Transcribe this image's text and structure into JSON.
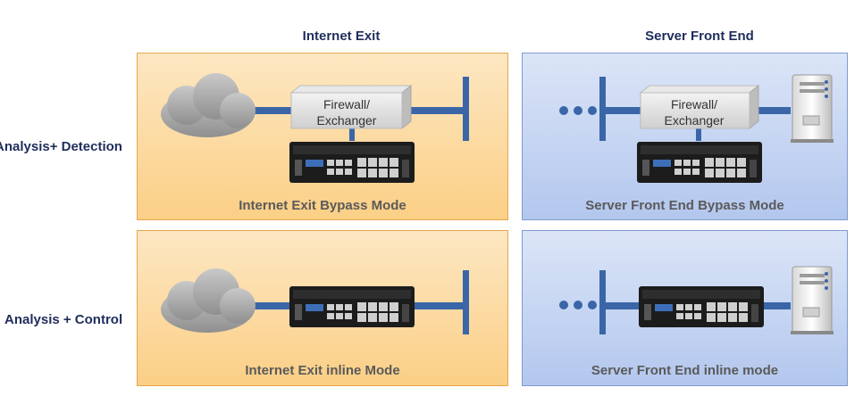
{
  "columns": {
    "internet_exit": "Internet Exit",
    "server_front_end": "Server Front End"
  },
  "rows": {
    "detection": "Analysis+ Detection",
    "control": "Analysis + Control"
  },
  "panels": {
    "ie_bypass": {
      "title": "Internet Exit Bypass Mode",
      "fw_line1": "Firewall/",
      "fw_line2": "Exchanger"
    },
    "sfe_bypass": {
      "title": "Server Front End Bypass Mode",
      "fw_line1": "Firewall/",
      "fw_line2": "Exchanger"
    },
    "ie_inline": {
      "title": "Internet Exit inline Mode"
    },
    "sfe_inline": {
      "title": "Server Front End inline mode"
    }
  },
  "colors": {
    "orange_panel": "#fbcf86",
    "blue_panel": "#b3c7ee",
    "link_blue": "#3a66a8",
    "heading_navy": "#1f2d5c"
  }
}
